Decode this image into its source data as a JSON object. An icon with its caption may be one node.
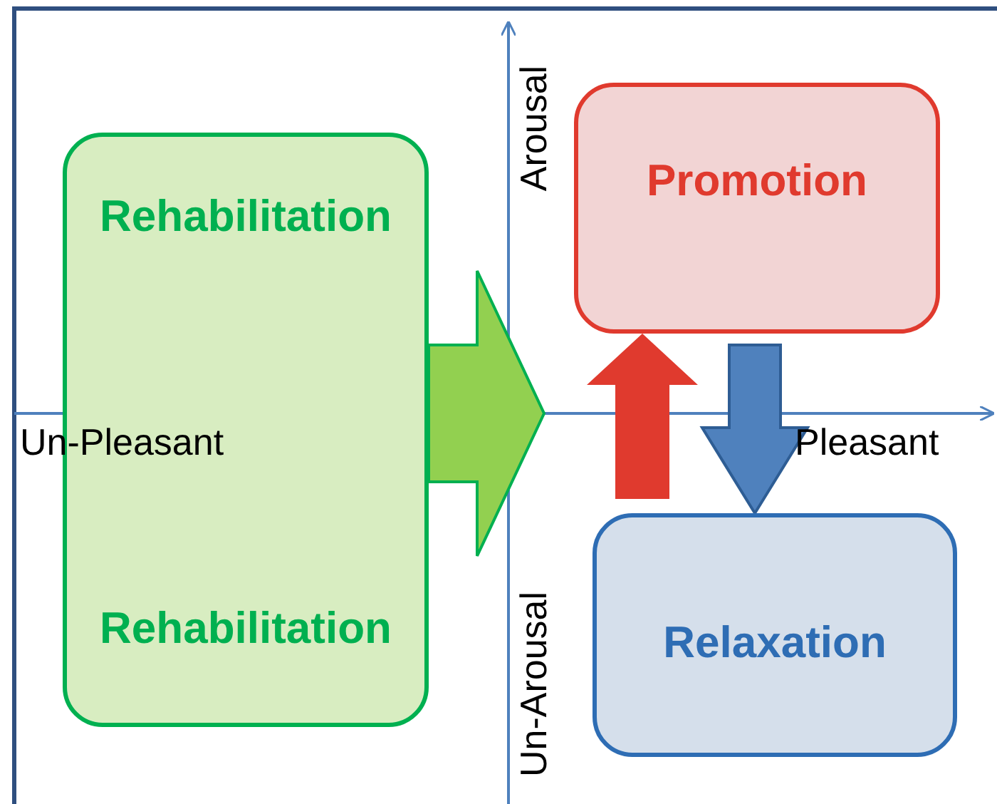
{
  "diagram": {
    "nodes": [
      {
        "text": [
          "Rehabilitation",
          "Rehabilitation"
        ]
      },
      {
        "text": [
          "Promotion"
        ]
      },
      {
        "text": [
          "Relaxation"
        ]
      }
    ],
    "edges": [
      {
        "from": 0,
        "to": null,
        "arrow": "to",
        "color": "#92d050"
      },
      {
        "from": 2,
        "to": 1,
        "arrow": "to",
        "color": "#e03a2e"
      },
      {
        "from": 1,
        "to": 2,
        "arrow": "to",
        "color": "#4f81bd"
      }
    ],
    "labels": [
      "Arousal",
      "Un-Pleasant",
      "Pleasant",
      "Un-Arousal"
    ]
  }
}
